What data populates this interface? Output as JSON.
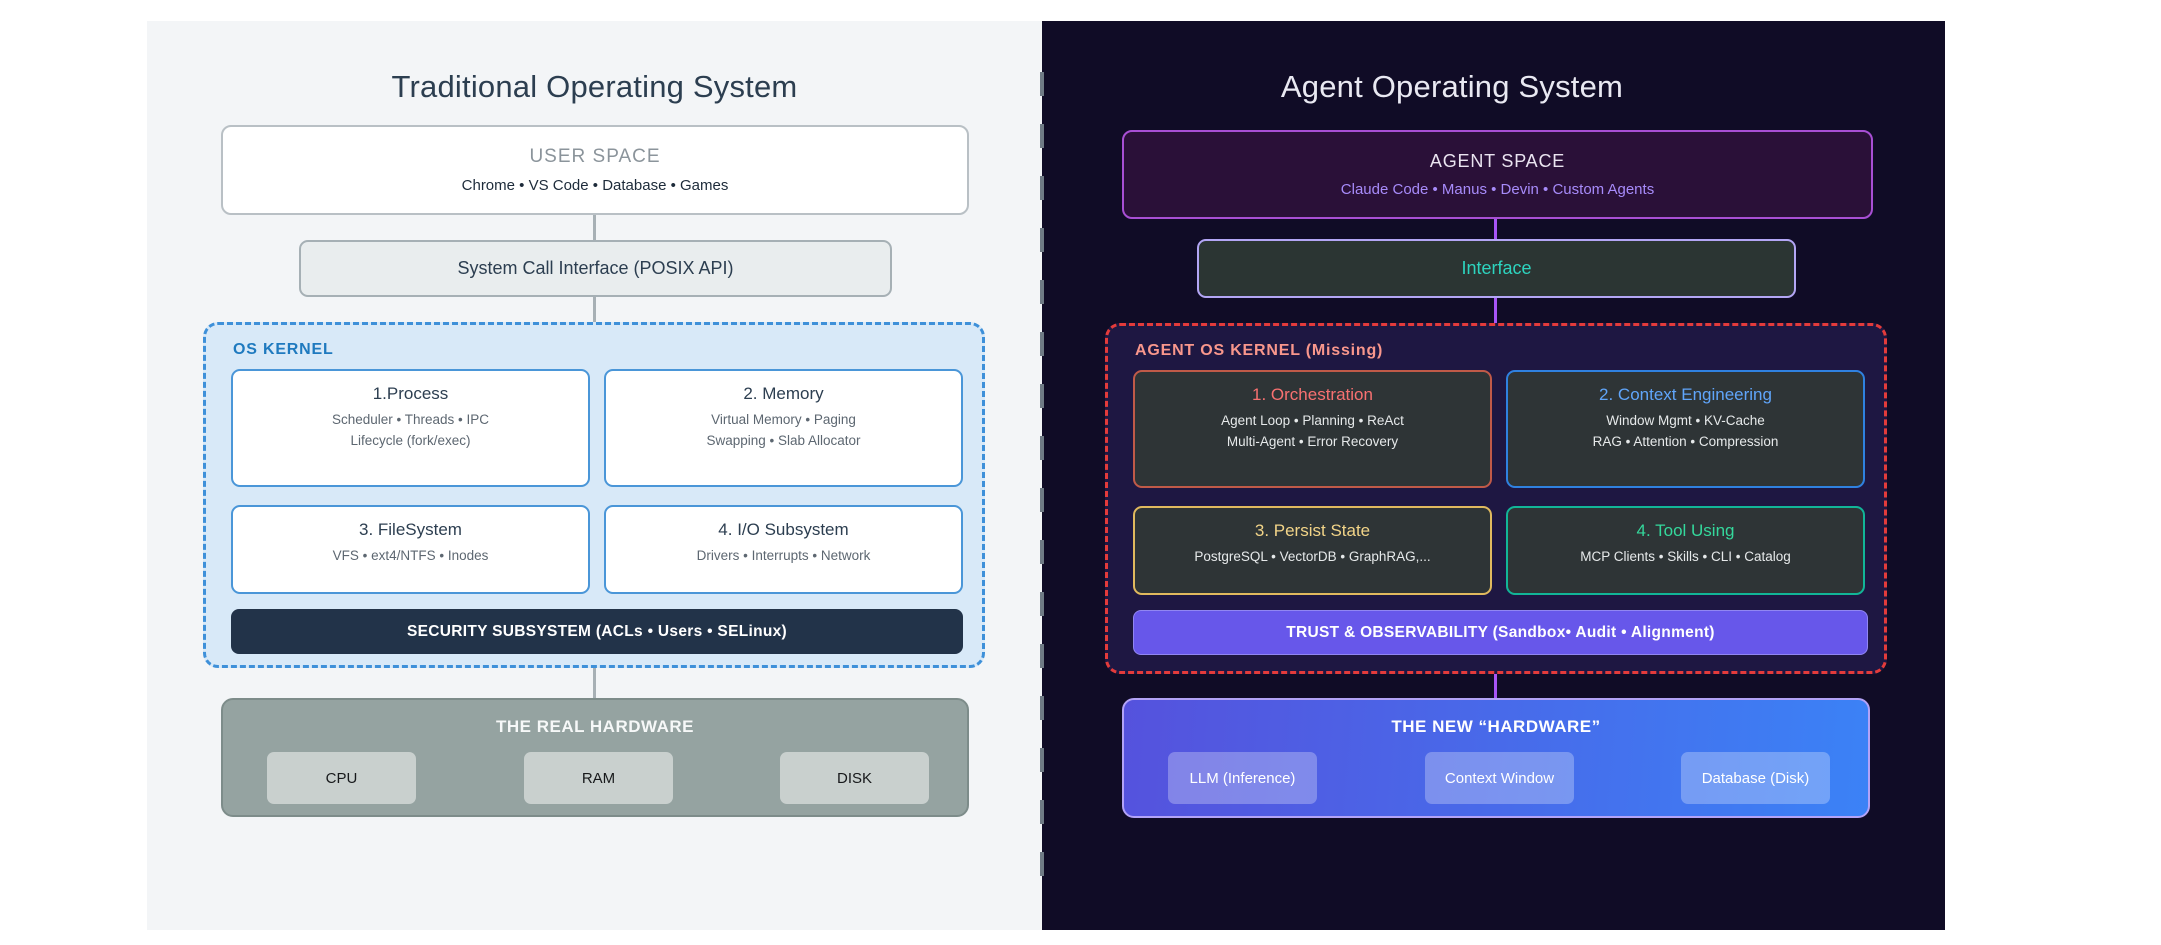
{
  "left_panel": {
    "title": "Traditional Operating System",
    "user_space": {
      "title": "USER SPACE",
      "apps": "Chrome • VS Code • Database • Games"
    },
    "syscall_label": "System Call Interface (POSIX API)",
    "kernel": {
      "label": "OS KERNEL",
      "boxes": [
        {
          "title": "1.Process",
          "lines": [
            "Scheduler • Threads • IPC",
            "Lifecycle (fork/exec)"
          ]
        },
        {
          "title": "2. Memory",
          "lines": [
            "Virtual Memory • Paging",
            "Swapping • Slab Allocator"
          ]
        },
        {
          "title": "3. FileSystem",
          "lines": [
            "VFS • ext4/NTFS • Inodes"
          ]
        },
        {
          "title": "4. I/O Subsystem",
          "lines": [
            "Drivers • Interrupts • Network"
          ]
        }
      ],
      "security_bar": "SECURITY SUBSYSTEM (ACLs • Users • SELinux)"
    },
    "hardware": {
      "title": "THE REAL HARDWARE",
      "chips": [
        "CPU",
        "RAM",
        "DISK"
      ]
    }
  },
  "right_panel": {
    "title": "Agent Operating System",
    "agent_space": {
      "title": "AGENT SPACE",
      "apps": "Claude Code • Manus • Devin • Custom Agents"
    },
    "interface_label": "Interface",
    "kernel": {
      "label": "AGENT OS KERNEL (Missing)",
      "boxes": [
        {
          "title": "1. Orchestration",
          "lines": [
            "Agent Loop • Planning • ReAct",
            "Multi-Agent • Error Recovery"
          ]
        },
        {
          "title": "2. Context Engineering",
          "lines": [
            "Window Mgmt • KV-Cache",
            "RAG • Attention • Compression"
          ]
        },
        {
          "title": "3. Persist State",
          "lines": [
            "PostgreSQL • VectorDB • GraphRAG,..."
          ]
        },
        {
          "title": "4. Tool Using",
          "lines": [
            "MCP Clients • Skills • CLI •  Catalog"
          ]
        }
      ],
      "trust_bar": "TRUST & OBSERVABILITY (Sandbox• Audit • Alignment)"
    },
    "hardware": {
      "title": "THE NEW “HARDWARE”",
      "chips": [
        "LLM (Inference)",
        "Context Window",
        "Database (Disk)"
      ]
    }
  },
  "colors": {
    "left_panel_bg": "#f3f5f7",
    "right_panel_bg": "#100c26",
    "os_kernel_fill": "#d8e9f8",
    "os_kernel_border": "#3e90d9",
    "os_kernel_label": "#1f7abf",
    "agent_kernel_fill": "#1e1742",
    "agent_kernel_border": "#e33b3b",
    "agent_kernel_label": "#f9978c",
    "security_bar_bg": "#223349",
    "trust_bar_bg": "#6757ea",
    "orchestration_accent": "#f87171",
    "context_engineering_accent": "#60a5fa",
    "persist_state_accent": "#f2d488",
    "tool_using_accent": "#34d89c",
    "interface_text": "#2dd4bf",
    "agent_space_border": "#a84fd4",
    "agent_space_apps_text": "#a78bfa",
    "new_hardware_gradient_start": "#5552dd",
    "new_hardware_gradient_end": "#3b82f6",
    "connector_left": "#a7b0b5",
    "connector_right": "#a855f7"
  }
}
